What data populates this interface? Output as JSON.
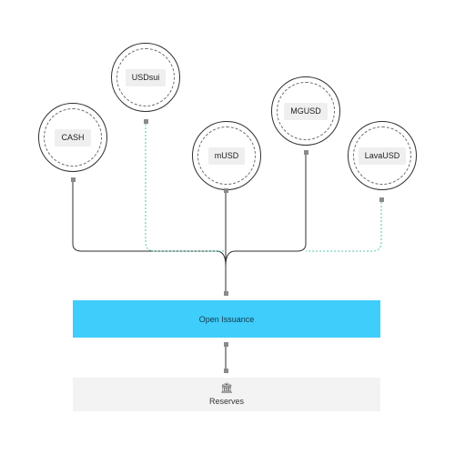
{
  "nodes": {
    "cash": "CASH",
    "usdsui": "USDsui",
    "musd": "mUSD",
    "mgusd": "MGUSD",
    "lavausd": "LavaUSD"
  },
  "issuance": {
    "label": "Open Issuance",
    "color": "#3fcdfb"
  },
  "reserves": {
    "label": "Reserves",
    "icon": "bank-icon"
  },
  "connector_colors": {
    "solid": "#2f2f2f",
    "dotted": "#4fc6b0",
    "port": "#8a8a8a"
  }
}
